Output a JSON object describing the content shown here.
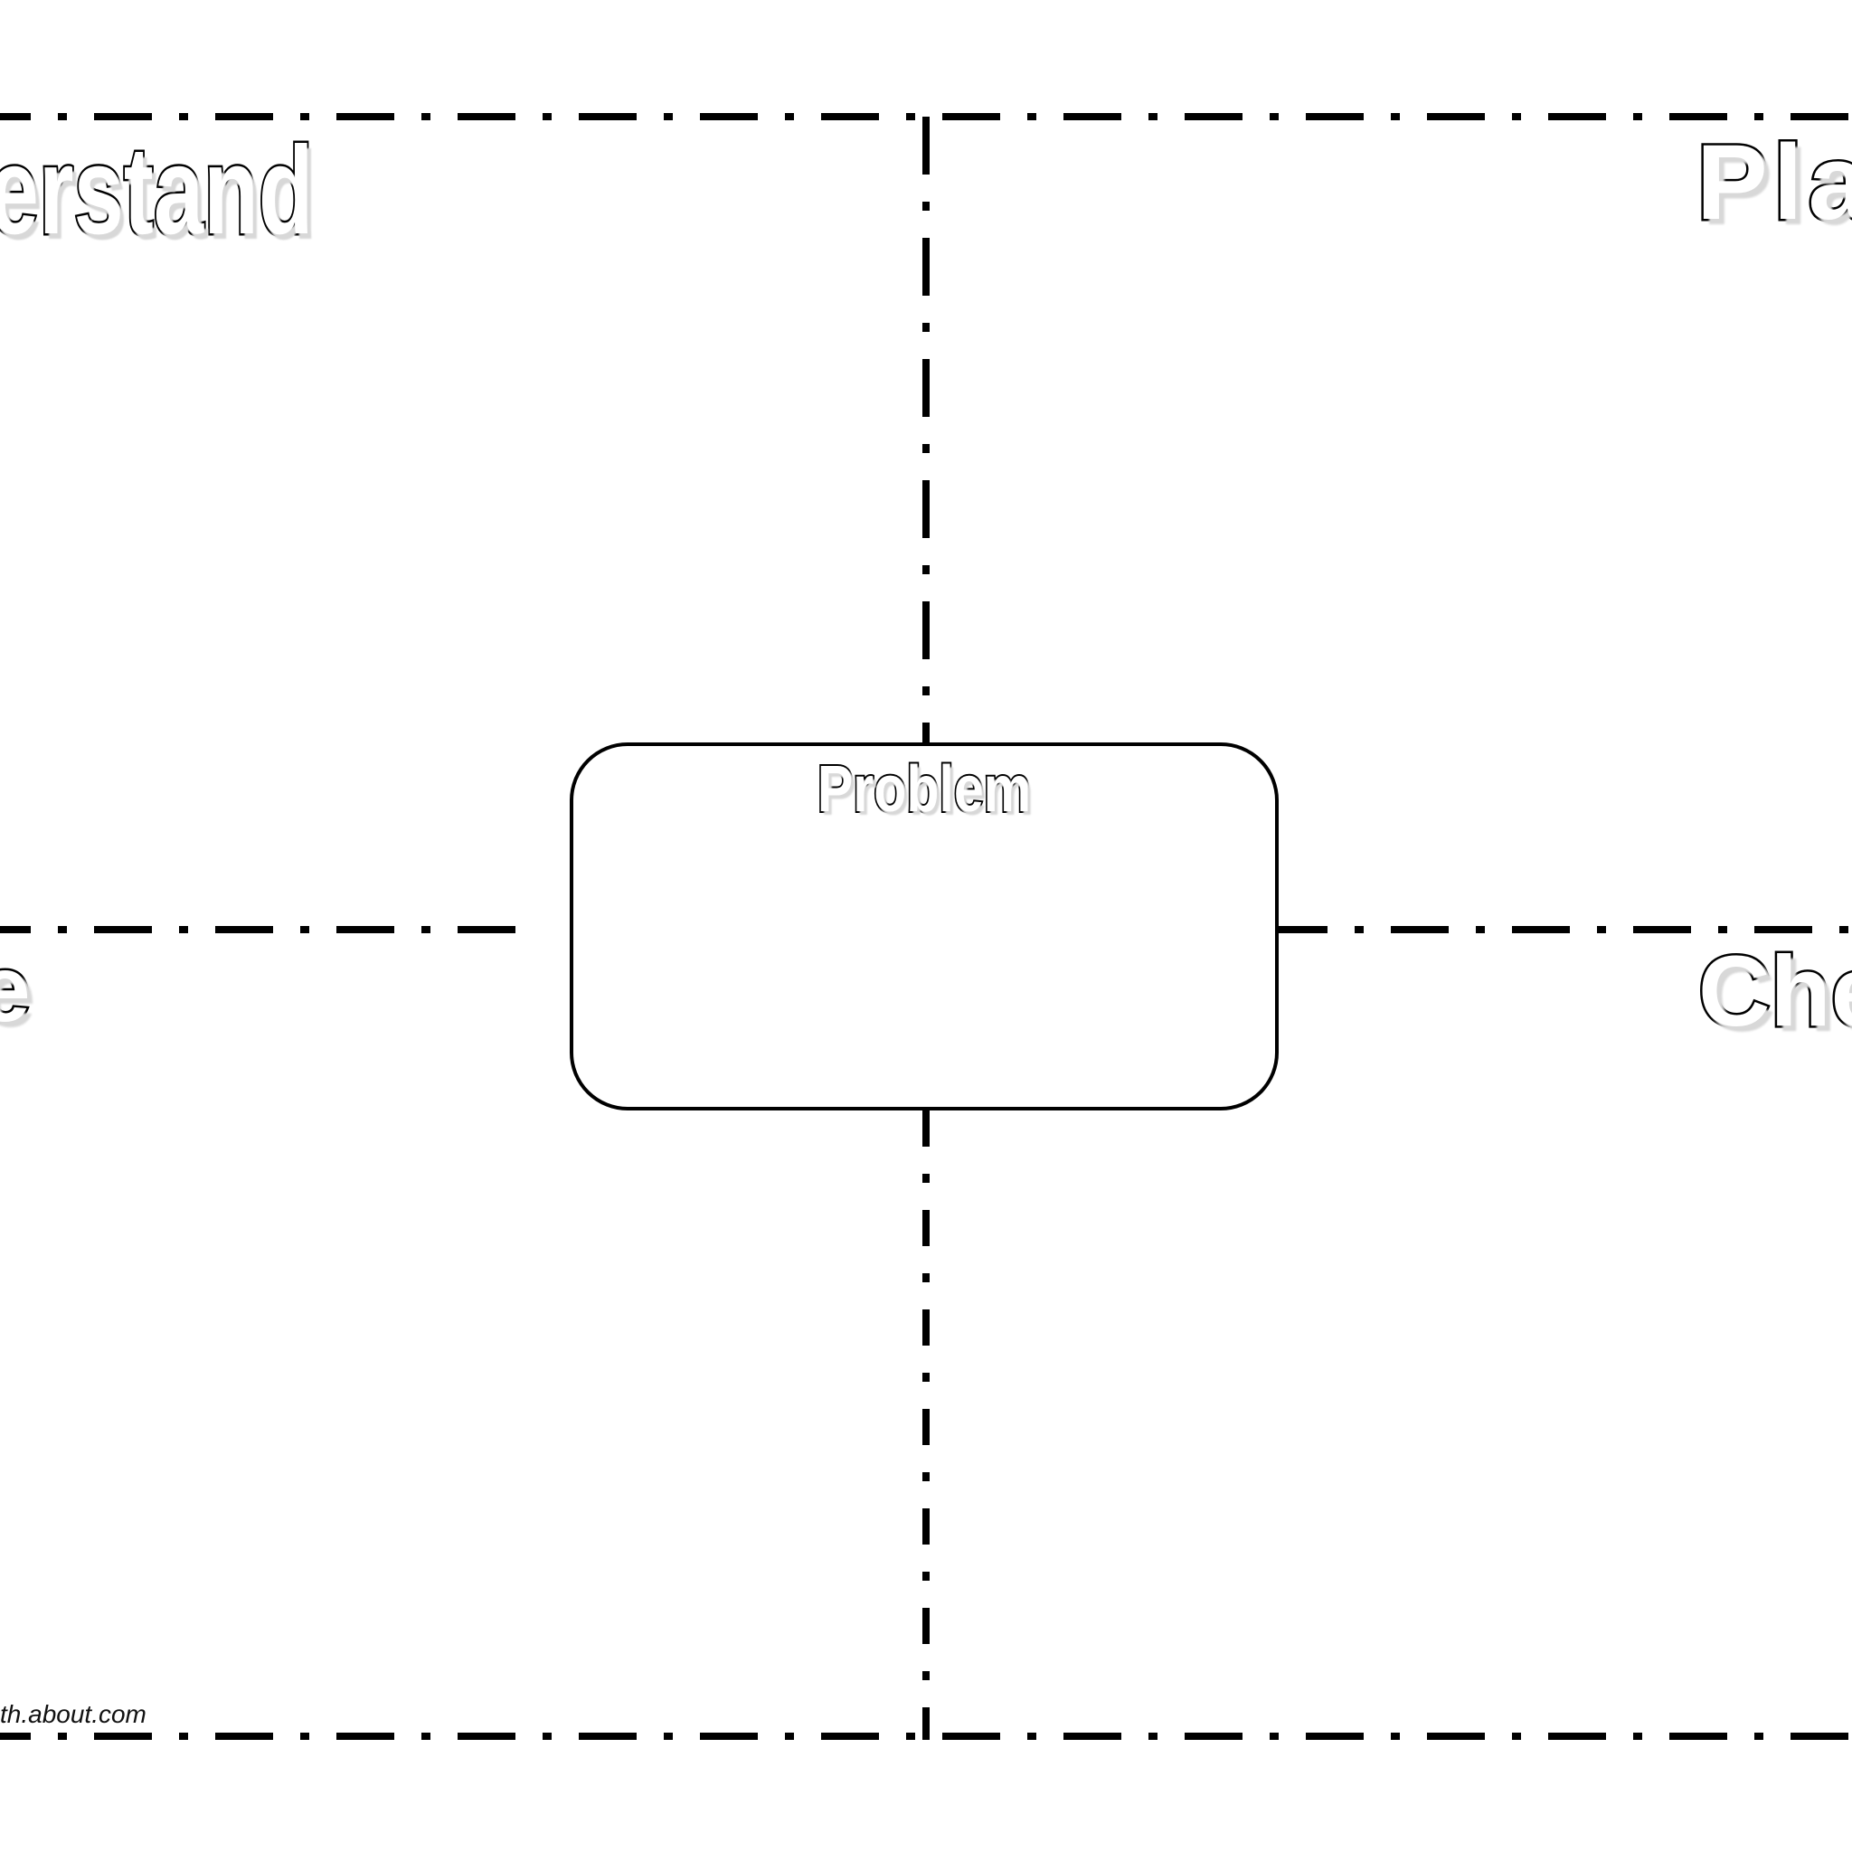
{
  "worksheet": {
    "sections": {
      "understand": "lerstand",
      "plan": "Pla",
      "solve": "lve",
      "check": "Che"
    },
    "center_box": {
      "title": "Problem"
    },
    "credit": "th.about.com"
  },
  "colors": {
    "line": "#000000",
    "background": "#ffffff",
    "letter_fill": "#ffffff",
    "letter_outline": "#000000"
  }
}
